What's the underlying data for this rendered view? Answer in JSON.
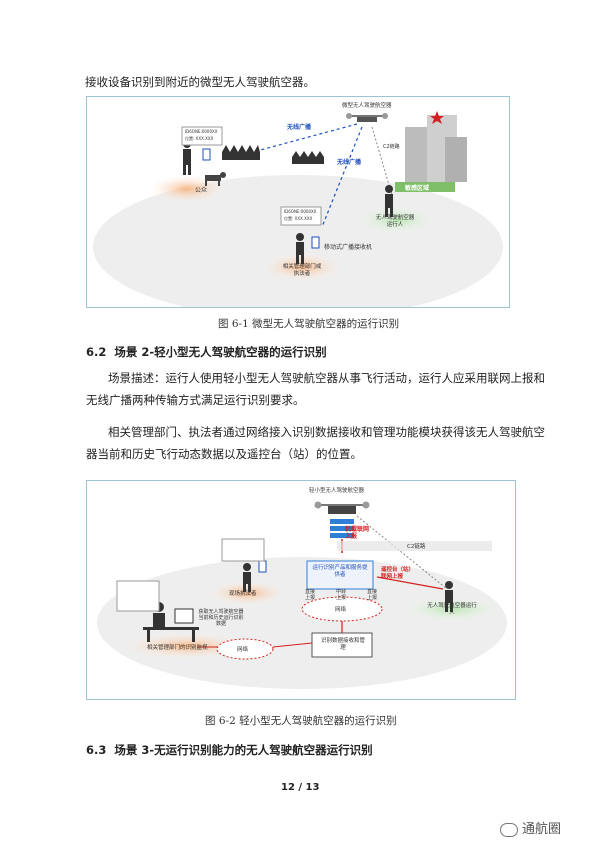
{
  "intro_line": "接收设备识别到附近的微型无人驾驶航空器。",
  "figure1": {
    "caption": "图 6-1 微型无人驾驶航空器的运行识别",
    "labels": {
      "drone": "微型无人驾驶航空器",
      "broadcast_left": "无线广播",
      "broadcast_right": "无线广播",
      "c2": "C2链路",
      "sensitive": "敏感区域",
      "public": "公众",
      "operator": "无人驾驶航空器运行人",
      "mobile_receiver": "移动式广播接收机",
      "authority": "相关管理部门或执法者",
      "id_card_1": "ID6ONE:0000XX",
      "id_card_2": "位置: XXX.XXX",
      "id_card_3": "ID6ONE:0000XX",
      "id_card_4": "位置: XXX.XXX"
    }
  },
  "section_62": {
    "number": "6.2",
    "title": "场景 2-轻小型无人驾驶航空器的运行识别",
    "para1_line1": "场景描述：运行人使用轻小型无人驾驶航空器从事飞行活动，运行人应采用联网上报和",
    "para1_line2": "无线广播两种传输方式满足运行识别要求。",
    "para2_line1": "相关管理部门、执法者通过网络接入识别数据接收和管理功能模块获得该无人驾驶航空",
    "para2_line2": "器当前和历史飞行动态数据以及遥控台（站）的位置。"
  },
  "figure2": {
    "caption": "图 6-2 轻小型无人驾驶航空器的运行识别",
    "labels": {
      "drone": "轻小型无人驾驶航空器",
      "airborne_report": "机载联网上报",
      "c2": "C2链路",
      "service_provider": "运行识别产品和服务提供者",
      "remote_station": "遥控台（站）联网上报",
      "direct_report_left": "直接上报",
      "relay_report": "中转上报",
      "direct_report_right": "直接上报",
      "network_center": "网络",
      "data_mgmt": "识别数据接收和管理",
      "operator": "无人驾驶航空器运行人",
      "law_enforcement": "现场执法者",
      "obtain_data": "获取无人驾驶航空器当前和历史运行识别数据",
      "network_left": "网络",
      "monitor": "相关管理部门的识别监视"
    }
  },
  "section_63": {
    "number": "6.3",
    "title": "场景 3-无运行识别能力的无人驾驶航空器运行识别"
  },
  "footer": {
    "page": "12 / 13"
  },
  "watermark": {
    "text": "通航圈"
  },
  "colors": {
    "accent_blue": "#1f4fbf",
    "red": "#d42020",
    "frame": "#9cc3d6",
    "orange_glow": "#f7c9a0"
  }
}
